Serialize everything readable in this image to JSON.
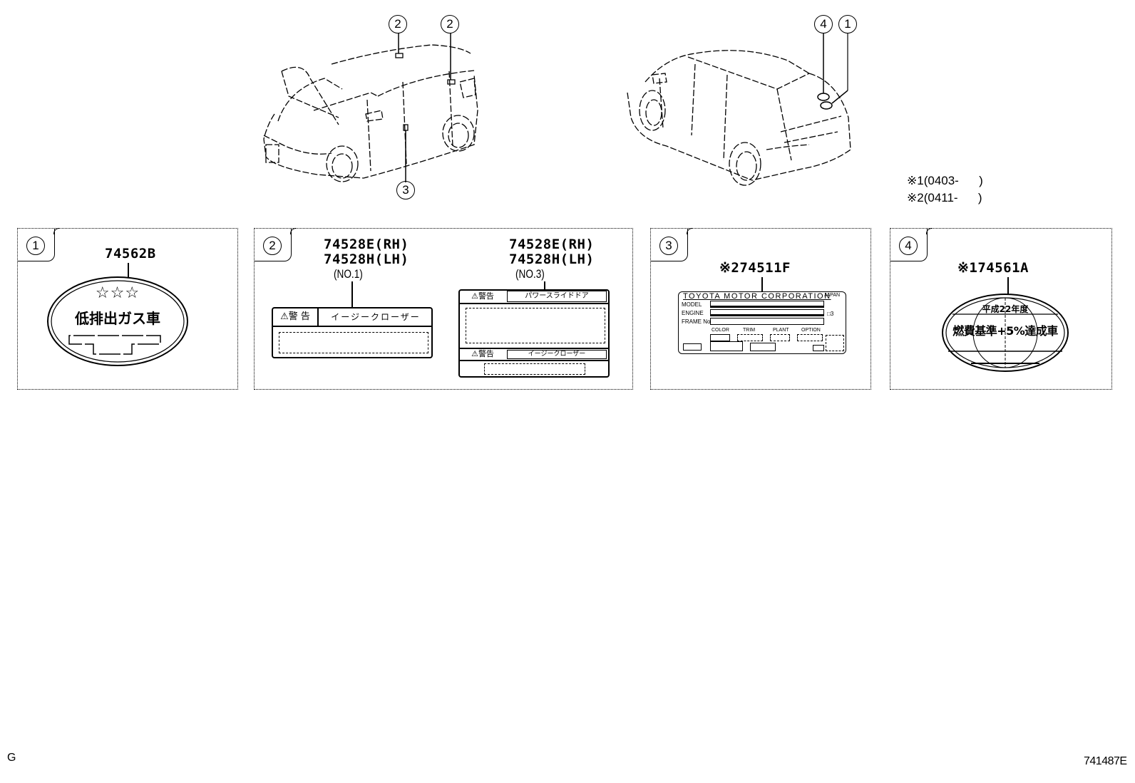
{
  "illustration": {
    "front_view": {
      "callouts": [
        {
          "number": "2",
          "label": "callout-2-roof"
        },
        {
          "number": "2",
          "label": "callout-2-rear-quarter"
        },
        {
          "number": "3",
          "label": "callout-3-door-pillar"
        }
      ]
    },
    "rear_view": {
      "callouts": [
        {
          "number": "4",
          "label": "callout-4-back-door"
        },
        {
          "number": "1",
          "label": "callout-1-back-door"
        }
      ]
    }
  },
  "notes": [
    {
      "mark": "※1",
      "text": "※1(0403-      )"
    },
    {
      "mark": "※2",
      "text": "※2(0411-      )"
    }
  ],
  "panels": [
    {
      "number": "1",
      "part_number": "74562B",
      "label_stars": "☆☆☆",
      "label_text": "低排出ガス車"
    },
    {
      "number": "2",
      "items": [
        {
          "part_rh": "74528E(RH)",
          "part_lh": "74528H(LH)",
          "position": "(NO.1)",
          "warning": "警 告",
          "title": "イージークローザー"
        },
        {
          "part_rh": "74528E(RH)",
          "part_lh": "74528H(LH)",
          "position": "(NO.3)",
          "warning_1": "警告",
          "title_1": "パワースライドドア",
          "warning_2": "警告",
          "title_2": "イージークローザー"
        }
      ]
    },
    {
      "number": "3",
      "part_number": "※274511F",
      "plate": {
        "header": "TOYOTA MOTOR CORPORATION",
        "corner": "JAPAN",
        "rows": [
          "MODEL",
          "ENGINE",
          "FRAME No"
        ],
        "side_mark": "□3",
        "fields": [
          "COLOR",
          "TRIM",
          "PLANT",
          "OPTION"
        ]
      }
    },
    {
      "number": "4",
      "part_number": "※174561A",
      "label_top": "平成22年度",
      "label_main": "燃費基準+5%達成車"
    }
  ],
  "footer": {
    "left_code": "G",
    "figure_id": "741487E"
  }
}
